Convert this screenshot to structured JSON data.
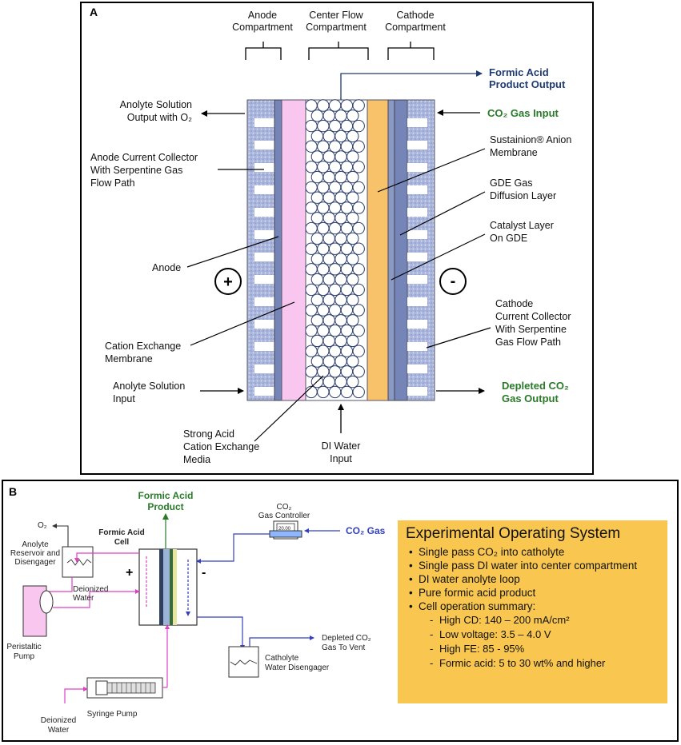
{
  "panel_a": {
    "letter": "A",
    "compartments": {
      "anode": [
        "Anode",
        "Compartment"
      ],
      "center": [
        "Center Flow",
        "Compartment"
      ],
      "cathode": [
        "Cathode",
        "Compartment"
      ]
    },
    "formic_output": [
      "Formic Acid",
      "Product Output"
    ],
    "co2_input": "CO₂ Gas Input",
    "anolyte_output": [
      "Anolyte Solution",
      "Output with O₂"
    ],
    "anode_collector": [
      "Anode Current Collector",
      "With Serpentine Gas",
      "Flow Path"
    ],
    "anode": "Anode",
    "cation_membrane": [
      "Cation Exchange",
      "Membrane"
    ],
    "anolyte_input": [
      "Anolyte Solution",
      "Input"
    ],
    "strong_acid": [
      "Strong Acid",
      "Cation Exchange",
      "Media"
    ],
    "di_water": [
      "DI Water",
      "Input"
    ],
    "anion_membrane": [
      "Sustainion® Anion",
      "Membrane"
    ],
    "gde_layer": [
      "GDE Gas",
      "Diffusion Layer"
    ],
    "catalyst": [
      "Catalyst Layer",
      "On GDE"
    ],
    "cathode_collector": [
      "Cathode",
      "Current Collector",
      "With Serpentine",
      "Gas Flow Path"
    ],
    "depleted": [
      "Depleted CO₂",
      "Gas Output"
    ],
    "plus": "+",
    "minus": "-"
  },
  "panel_b": {
    "letter": "B",
    "formic_product": [
      "Formic Acid",
      "Product"
    ],
    "gas_controller": [
      "CO₂",
      "Gas Controller"
    ],
    "controller_value": "20.00",
    "co2_gas": "CO₂ Gas",
    "cell": [
      "Formic Acid",
      "Cell"
    ],
    "o2": "O₂",
    "reservoir": [
      "Anolyte",
      "Reservoir and",
      "Disengager"
    ],
    "deionized_1": [
      "Deionized",
      "Water"
    ],
    "peristaltic": [
      "Peristaltic",
      "Pump"
    ],
    "syringe": "Syringe Pump",
    "deionized_2": [
      "Deionized",
      "Water"
    ],
    "depleted_vent": [
      "Depleted CO₂",
      "Gas To Vent"
    ],
    "catholyte": [
      "Catholyte",
      "Water Disengager"
    ],
    "plus": "+",
    "minus": "-"
  },
  "summary": {
    "title": "Experimental Operating System",
    "bullets": [
      "Single pass CO₂ into catholyte",
      "Single pass DI water into center compartment",
      "DI water anolyte loop",
      "Pure formic acid product",
      "Cell operation summary:"
    ],
    "sub_bullets": [
      "High CD: 140 – 200 mA/cm²",
      "Low voltage: 3.5 – 4.0 V",
      "High FE: 85 - 95%",
      "Formic acid: 5 to 30 wt% and higher"
    ]
  },
  "colors": {
    "collector": "#aab6dd",
    "membrane_dark": "#7585b8",
    "cation_membrane": "#f8c6ef",
    "anion_membrane": "#f7c26a",
    "formic_blue": "#1f3b73",
    "co2_green": "#2a7a2a",
    "summary_bg": "#f9c74f",
    "line_magenta": "#e040c8",
    "line_blue": "#3340c0"
  }
}
